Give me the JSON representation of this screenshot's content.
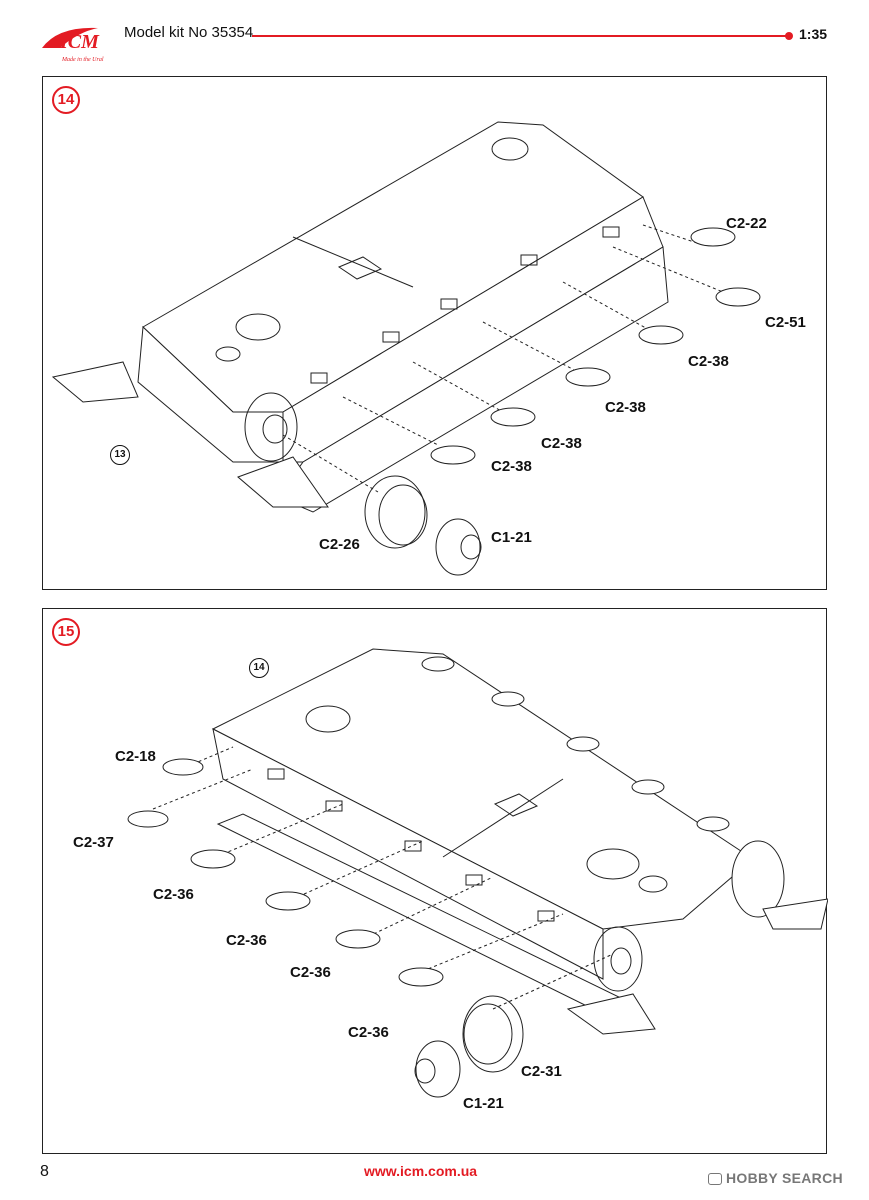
{
  "header": {
    "brand": "ICM",
    "tagline": "Made in the Ural",
    "kit_title": "Model kit No 35354",
    "scale": "1:35",
    "accent_color": "#e31b23"
  },
  "step14": {
    "number": "14",
    "ref_step": "13",
    "labels": [
      "C2-22",
      "C2-51",
      "C2-38",
      "C2-38",
      "C2-38",
      "C2-38",
      "C2-26",
      "C1-21"
    ]
  },
  "step15": {
    "number": "15",
    "ref_step": "14",
    "labels": [
      "C2-18",
      "C2-37",
      "C2-36",
      "C2-36",
      "C2-36",
      "C2-36",
      "C2-31",
      "C1-21"
    ]
  },
  "footer": {
    "page_number": "8",
    "website": "www.icm.com.ua",
    "watermark": "HOBBY SEARCH"
  }
}
